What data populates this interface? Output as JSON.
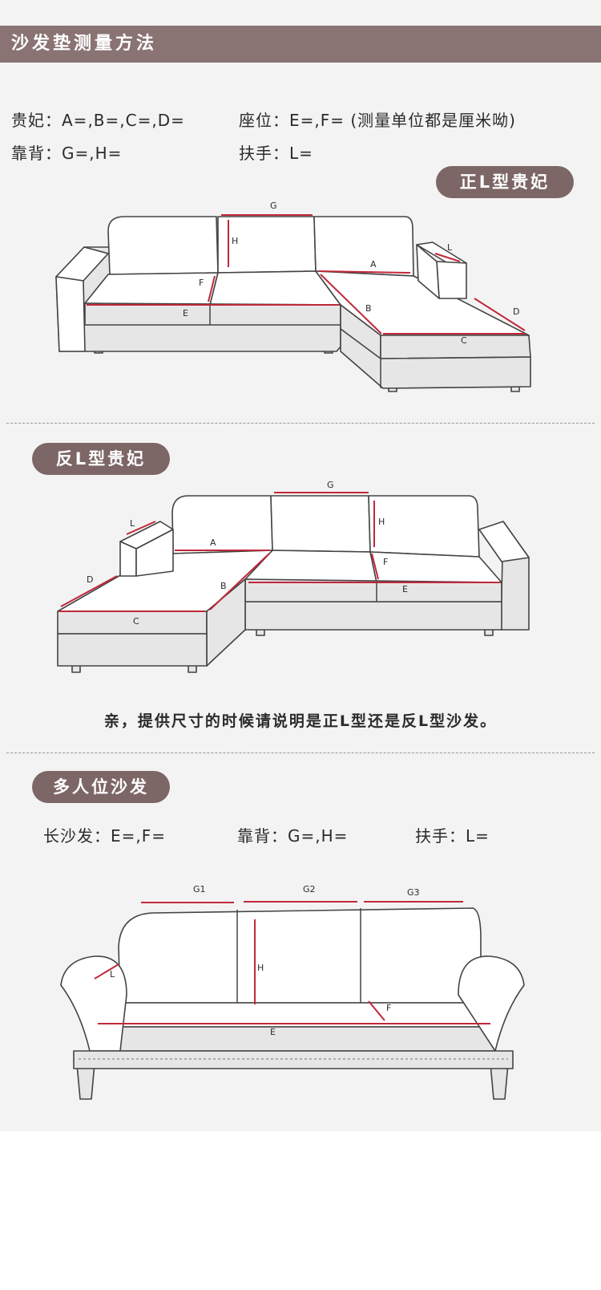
{
  "header": {
    "title": "沙发垫测量方法"
  },
  "guide": {
    "line1_left": "贵妃：A=,B=,C=,D=",
    "line1_right": "座位：E=,F= (测量单位都是厘米呦)",
    "line2_left": "靠背：G=,H=",
    "line2_right": "扶手：L="
  },
  "sections": {
    "right_l": {
      "label": "正L型贵妃"
    },
    "left_l": {
      "label": "反L型贵妃"
    },
    "multi": {
      "label": "多人位沙发",
      "line_a": "长沙发：E=,F=",
      "line_b": "靠背：G=,H=",
      "line_c": "扶手：L="
    }
  },
  "note": "亲，提供尺寸的时候请说明是正L型还是反L型沙发。",
  "markers": {
    "A": "A",
    "B": "B",
    "C": "C",
    "D": "D",
    "E": "E",
    "F": "F",
    "G": "G",
    "H": "H",
    "L": "L",
    "G1": "G1",
    "G2": "G2",
    "G3": "G3"
  },
  "colors": {
    "header_bg": "#8a7373",
    "pill_bg": "#7d6666",
    "measure_line": "#c0283a",
    "section_bg": "#f3f3f3"
  }
}
